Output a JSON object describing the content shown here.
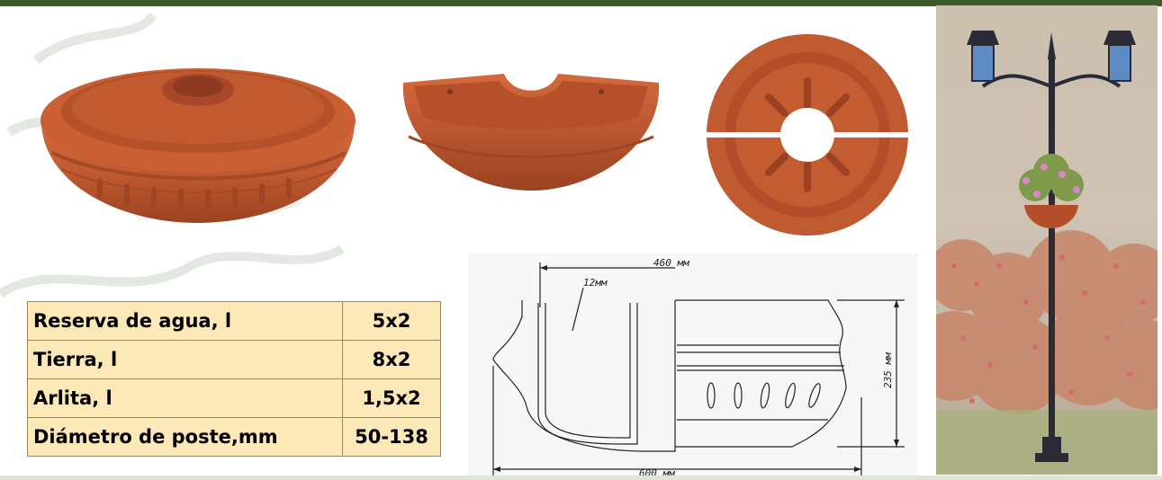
{
  "specs": {
    "rows": [
      {
        "label": "Reserva de agua, l",
        "value": "5x2"
      },
      {
        "label": "Tierra, l",
        "value": "8x2"
      },
      {
        "label": "Arlita, l",
        "value": "1,5x2"
      },
      {
        "label": "Diámetro de poste,mm",
        "value": "50-138"
      }
    ]
  },
  "drawing": {
    "dim_top": "460 мм",
    "dim_wall": "12мм",
    "dim_height": "235 мм",
    "dim_bottom": "600 мм"
  },
  "colors": {
    "terracotta": "#c05a30",
    "table_bg": "#fde9b8",
    "top_bar": "#3c5a2a"
  }
}
